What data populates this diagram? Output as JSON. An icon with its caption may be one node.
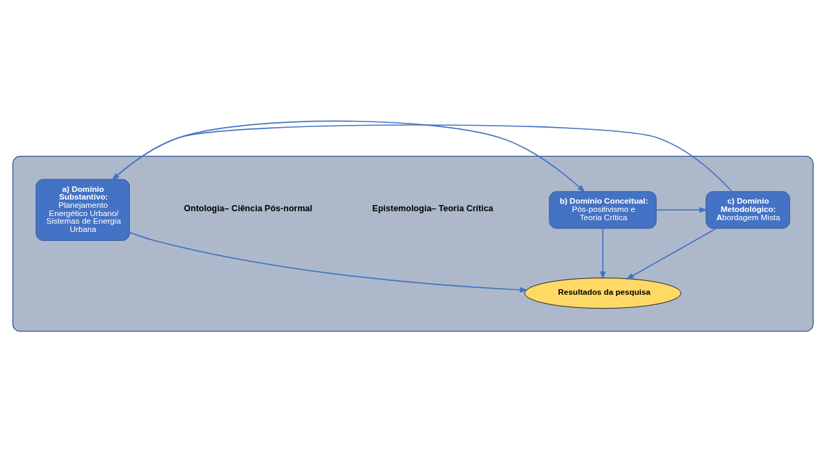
{
  "diagram": {
    "nodes": [
      {
        "text": [],
        "shape": "ellipse"
      },
      {
        "text": [
          "b) Domínio Conceitual:",
          "Pós-positivismo e Teoria Crítica"
        ],
        "in": 0
      },
      {
        "text": [
          "c) Domínio Metodológico:",
          "**A**bordagem Mista"
        ],
        "in": 0
      },
      {
        "text": [
          "Resultados da pesquisa"
        ],
        "in": 0
      },
      {
        "text": [
          "a) Domínio Substantivo:",
          "Planejamento Energético Urbano/ Sistemas de Energia Urbana"
        ],
        "in": 0
      }
    ],
    "edges": [
      {
        "from": 1,
        "to": 2,
        "arrow": "to"
      },
      {
        "from": 1,
        "to": 3,
        "arrow": "to"
      },
      {
        "from": 2,
        "to": 3,
        "arrow": "to"
      },
      {
        "from": 4,
        "to": 3,
        "arrow": "to"
      },
      {
        "from": 4,
        "to": 1,
        "arrow": "to"
      },
      {
        "from": 2,
        "to": 4,
        "arrow": "to"
      }
    ],
    "labels": [
      "Ontologia– Ciência Pós-normal",
      "Epistemologia– Teoria Crítica"
    ]
  }
}
